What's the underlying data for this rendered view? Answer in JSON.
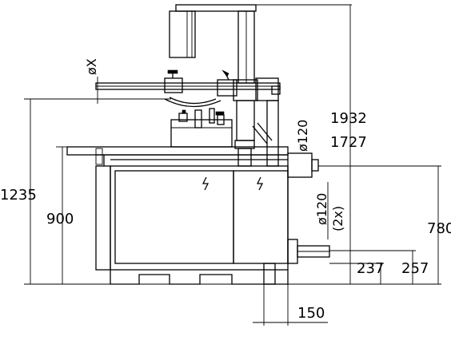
{
  "dimensions": {
    "total_height": "1932",
    "upper_height": "1727",
    "height_1235": "1235",
    "table_height": "900",
    "right_height": "780",
    "tube_diameter_top": "ø120",
    "tube_diameter_side": "ø120",
    "tube_count": "(2x)",
    "height_237": "237",
    "height_257": "257",
    "offset_150": "150",
    "variable_diameter": "øX"
  }
}
